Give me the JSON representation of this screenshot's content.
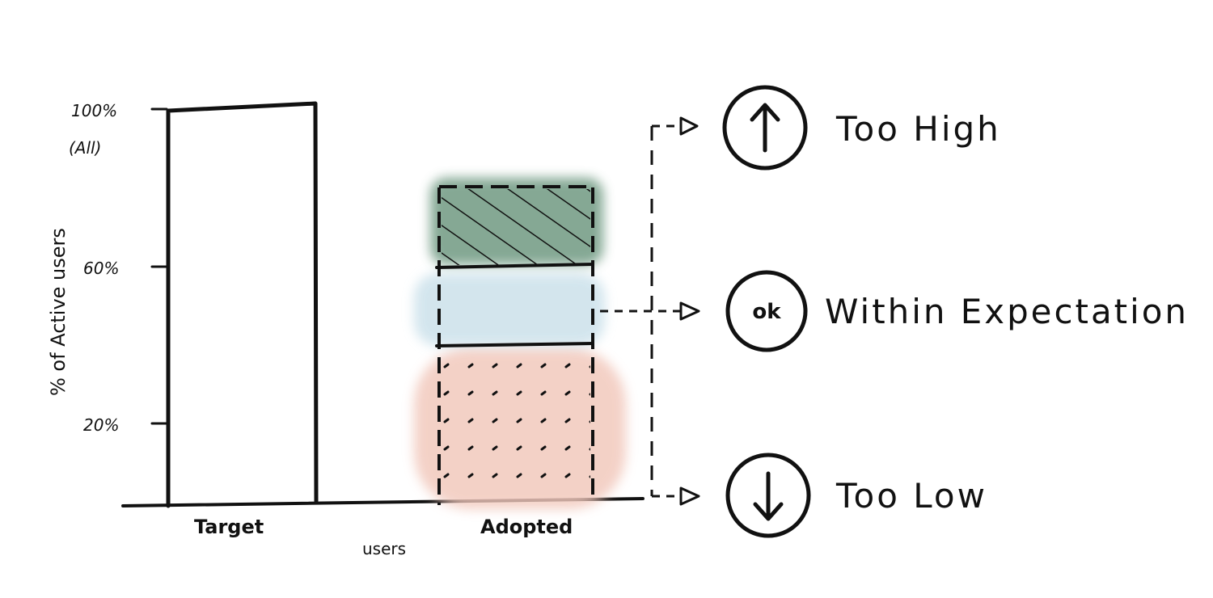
{
  "diagram": {
    "y_axis_label": "% of Active users",
    "x_axis_label": "users",
    "ticks": [
      {
        "value": 100,
        "label": "100%",
        "sub_label": "(All)"
      },
      {
        "value": 60,
        "label": "60%"
      },
      {
        "value": 20,
        "label": "20%"
      }
    ],
    "bars": [
      {
        "category": "Target",
        "value": 100
      },
      {
        "category": "Adopted",
        "segments": [
          {
            "zone": "low",
            "from": 0,
            "to": 40,
            "color": "#f2c9bd",
            "pattern": "dots"
          },
          {
            "zone": "ok",
            "from": 40,
            "to": 60,
            "color": "#cfe3ec",
            "pattern": "none"
          },
          {
            "zone": "high",
            "from": 60,
            "to": 80,
            "color": "#6f9a82",
            "pattern": "hatch"
          }
        ]
      }
    ],
    "legend": [
      {
        "zone": "high",
        "icon": "arrow-up-icon",
        "label": "Too High"
      },
      {
        "zone": "ok",
        "icon": "ok-icon",
        "icon_text": "ok",
        "label": "Within Expectation"
      },
      {
        "zone": "low",
        "icon": "arrow-down-icon",
        "label": "Too Low"
      }
    ],
    "colors": {
      "ink": "#111111",
      "high": "#6f9a82",
      "ok": "#cfe3ec",
      "low": "#f2c9bd"
    }
  }
}
